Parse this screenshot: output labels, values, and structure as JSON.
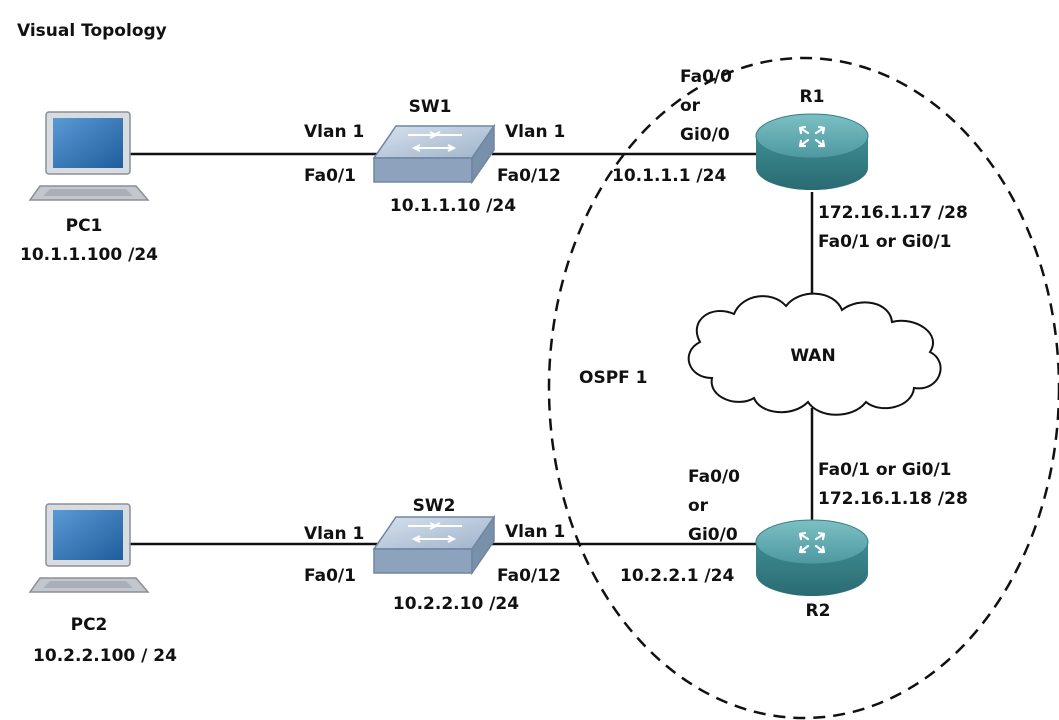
{
  "title": "Visual Topology",
  "colors": {
    "line": "#111111",
    "router_top": "#5fa8ad",
    "router_side": "#2f7f86",
    "switch_top": "#b9c9dc",
    "switch_side": "#7f95ae",
    "screen": "#2e6fb0",
    "laptop_body": "#c9cdd2",
    "cloud_fill": "#ffffff"
  },
  "devices": {
    "pc1": {
      "name": "PC1",
      "ip": "10.1.1.100 /24",
      "icon": "laptop-icon"
    },
    "pc2": {
      "name": "PC2",
      "ip": "10.2.2.100 / 24",
      "icon": "laptop-icon"
    },
    "sw1": {
      "name": "SW1",
      "ip": "10.1.1.10 /24",
      "left_vlan": "Vlan 1",
      "left_port": "Fa0/1",
      "right_vlan": "Vlan 1",
      "right_port": "Fa0/12",
      "icon": "switch-icon"
    },
    "sw2": {
      "name": "SW2",
      "ip": "10.2.2.10 /24",
      "left_vlan": "Vlan 1",
      "left_port": "Fa0/1",
      "right_vlan": "Vlan 1",
      "right_port": "Fa0/12",
      "icon": "switch-icon"
    },
    "r1": {
      "name": "R1",
      "lan_port_line1": "Fa0/0",
      "lan_port_line2": "or",
      "lan_port_line3": "Gi0/0",
      "lan_ip": "10.1.1.1 /24",
      "wan_ip": "172.16.1.17 /28",
      "wan_port": "Fa0/1 or Gi0/1",
      "icon": "router-icon"
    },
    "r2": {
      "name": "R2",
      "lan_port_line1": "Fa0/0",
      "lan_port_line2": "or",
      "lan_port_line3": "Gi0/0",
      "lan_ip": "10.2.2.1 /24",
      "wan_ip": "172.16.1.18 /28",
      "wan_port": "Fa0/1 or Gi0/1",
      "icon": "router-icon"
    },
    "wan": {
      "name": "WAN",
      "icon": "cloud-icon"
    }
  },
  "area": {
    "label": "OSPF 1"
  }
}
